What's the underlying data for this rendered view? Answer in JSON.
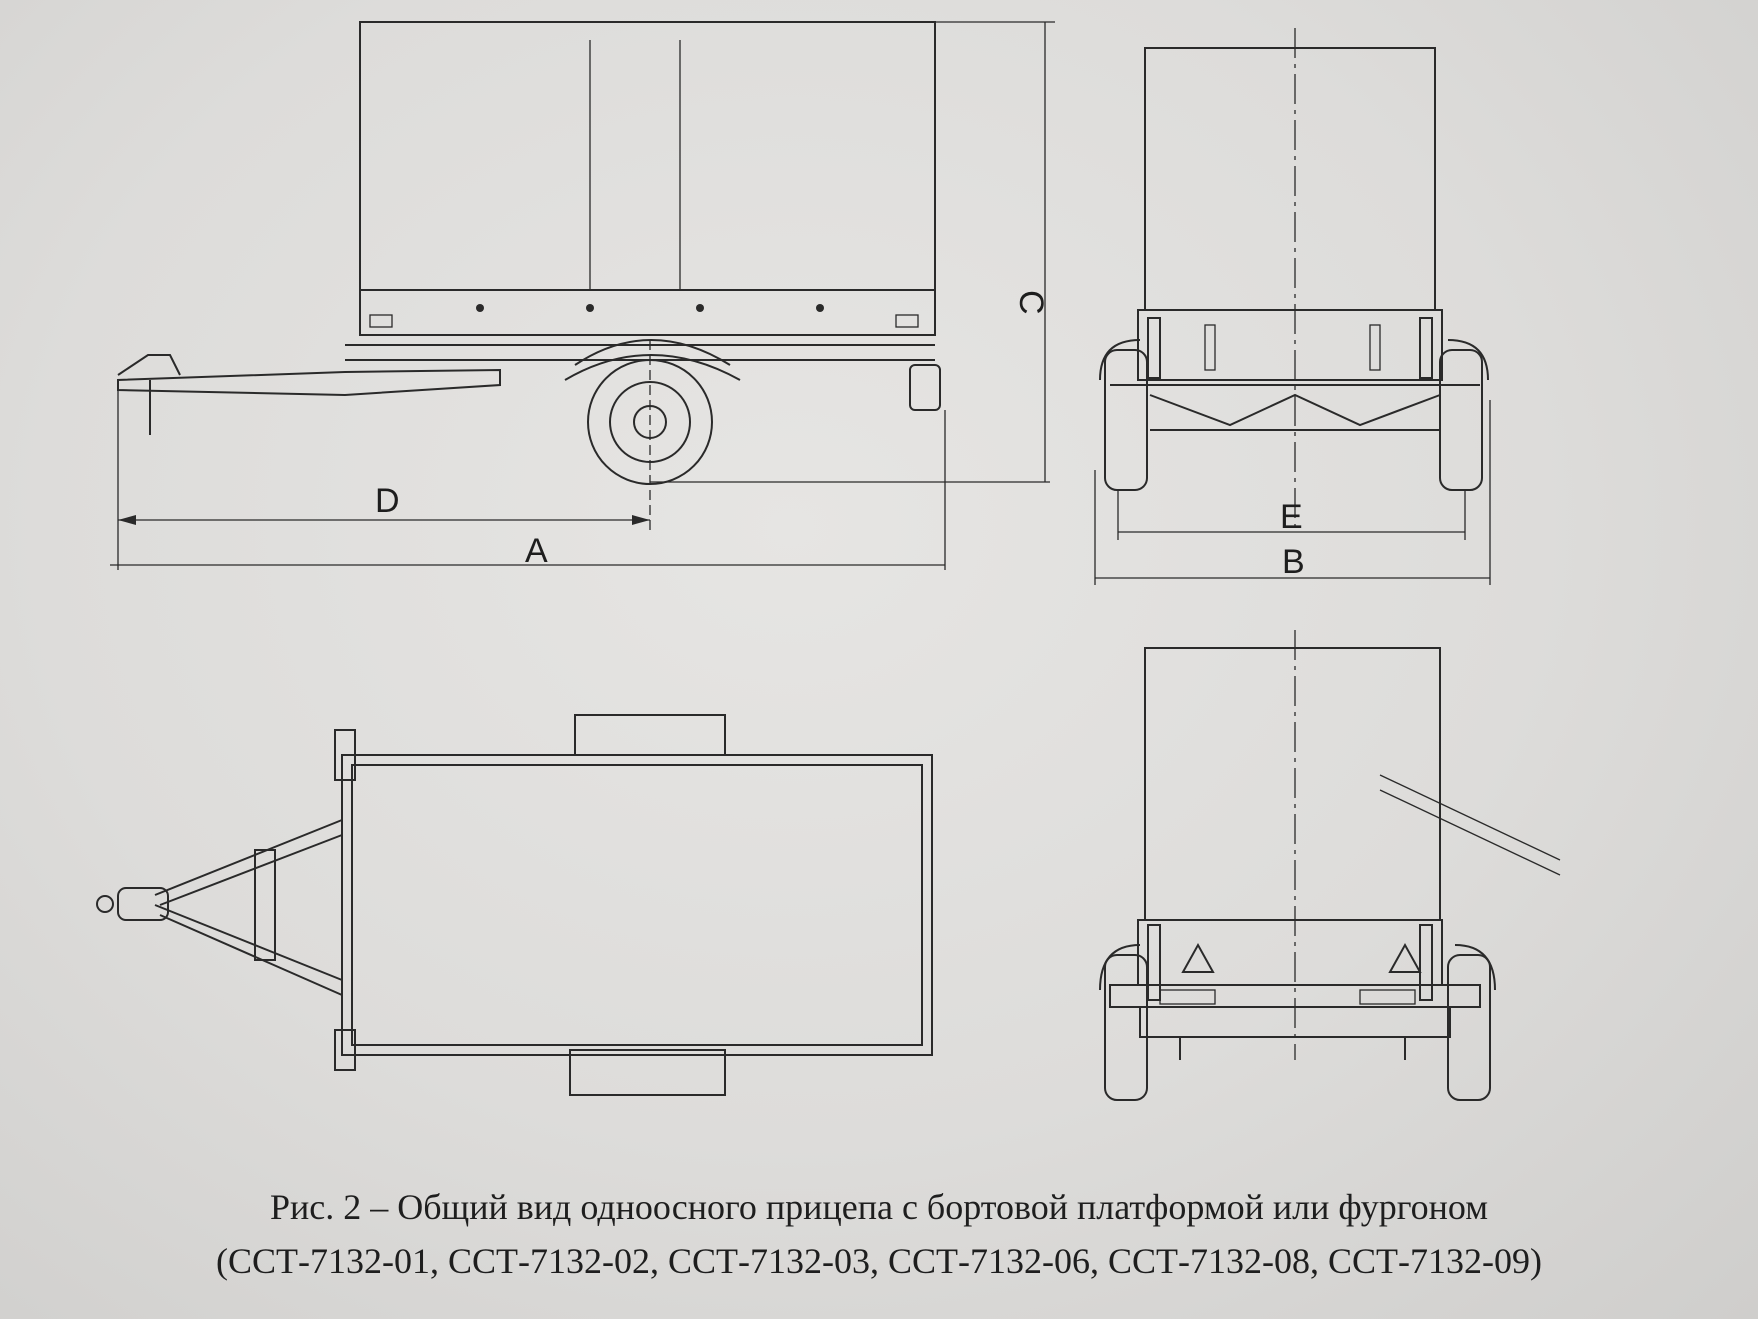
{
  "dimensions": {
    "length_overall": "A",
    "width_overall": "B",
    "height_overall": "C",
    "coupler_to_axle": "D",
    "wheel_track": "E"
  },
  "caption": {
    "line1": "Рис. 2 – Общий вид одноосного прицепа с бортовой платформой или фургоном",
    "line2": "(ССТ-7132-01, ССТ-7132-02, ССТ-7132-03, ССТ-7132-06, ССТ-7132-08, ССТ-7132-09)"
  }
}
